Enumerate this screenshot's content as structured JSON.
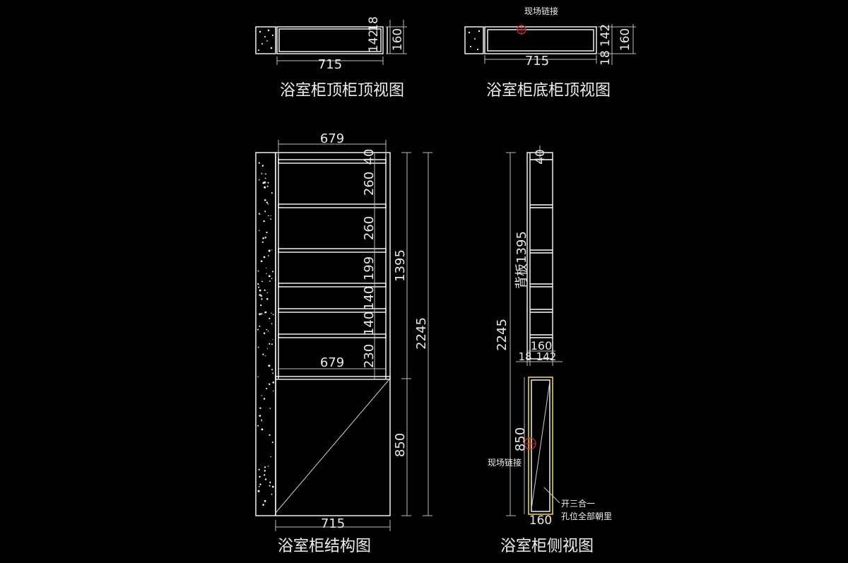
{
  "views": {
    "top_cabinet_top_view": {
      "title": "浴室柜顶柜顶视图",
      "dim_width": "715",
      "dim_depth_a": "142",
      "dim_depth_b": "18",
      "dim_total": "160"
    },
    "bottom_cabinet_top_view": {
      "title": "浴室柜底柜顶视图",
      "note": "现场链接",
      "dim_width": "715",
      "dim_depth_a": "142",
      "dim_depth_b": "18",
      "dim_total": "160"
    },
    "structure_view": {
      "title": "浴室柜结构图",
      "dim_inner_top": "679",
      "dim_inner_mid": "679",
      "dim_width_bottom": "715",
      "shelf_gaps": [
        "40",
        "260",
        "260",
        "199",
        "140",
        "140",
        "230"
      ],
      "dim_upper": "1395",
      "dim_lower": "850",
      "dim_total": "2245"
    },
    "side_view": {
      "title": "浴室柜侧视图",
      "dim_top": "40",
      "dim_back_panel": "背板1395",
      "dim_total": "2245",
      "dim_depth": "160",
      "dim_split_a": "18",
      "dim_split_b": "142",
      "dim_lower": "850",
      "dim_bottom_depth": "160",
      "note_link": "现场链接",
      "note_holes_line1": "开三合一",
      "note_holes_line2": "孔位全部朝里"
    }
  }
}
